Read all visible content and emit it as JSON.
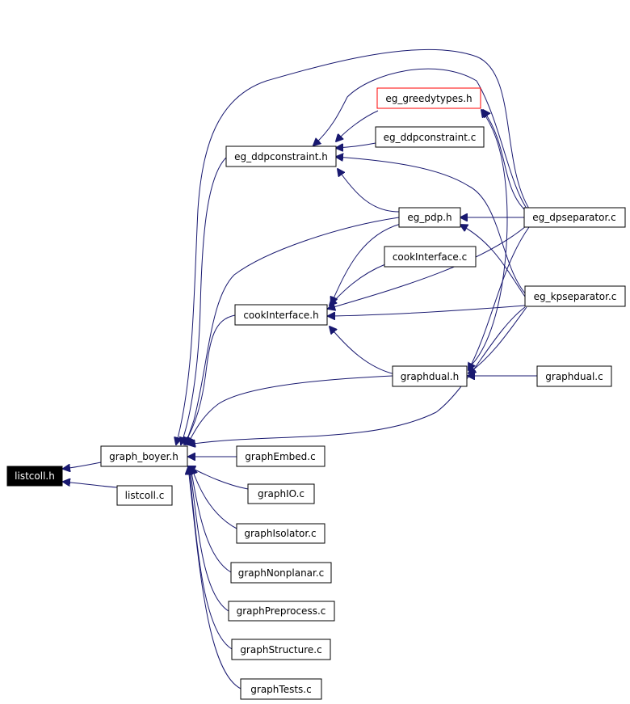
{
  "graph": {
    "nodes": {
      "listcoll_h": "listcoll.h",
      "listcoll_c": "listcoll.c",
      "graph_boyer_h": "graph_boyer.h",
      "graphEmbed_c": "graphEmbed.c",
      "graphIO_c": "graphIO.c",
      "graphIsolator_c": "graphIsolator.c",
      "graphNonplanar_c": "graphNonplanar.c",
      "graphPreprocess_c": "graphPreprocess.c",
      "graphStructure_c": "graphStructure.c",
      "graphTests_c": "graphTests.c",
      "cookInterface_h": "cookInterface.h",
      "cookInterface_c": "cookInterface.c",
      "eg_ddpconstraint_h": "eg_ddpconstraint.h",
      "eg_ddpconstraint_c": "eg_ddpconstraint.c",
      "eg_greedytypes_h": "eg_greedytypes.h",
      "eg_pdp_h": "eg_pdp.h",
      "graphdual_h": "graphdual.h",
      "graphdual_c": "graphdual.c",
      "eg_dpseparator_c": "eg_dpseparator.c",
      "eg_kpseparator_c": "eg_kpseparator.c"
    },
    "colors": {
      "edge": "#191970",
      "highlight_fill": "#000000",
      "highlight_text": "#ffffff",
      "red_border": "#ff0000"
    }
  }
}
